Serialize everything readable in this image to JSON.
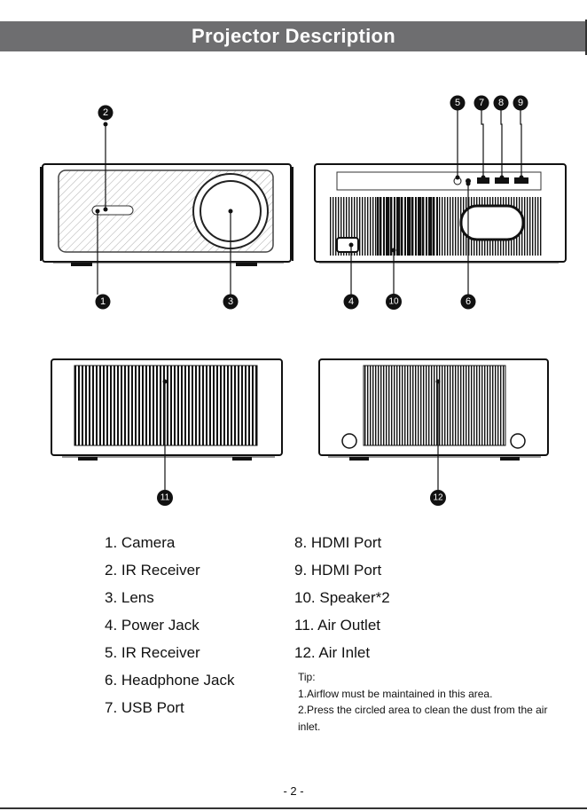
{
  "header": {
    "title": "Projector Description"
  },
  "callouts": {
    "n1": "1",
    "n2": "2",
    "n3": "3",
    "n4": "4",
    "n5": "5",
    "n6": "6",
    "n7": "7",
    "n8": "8",
    "n9": "9",
    "n10": "10",
    "n11": "11",
    "n12": "12"
  },
  "parts_left": [
    "1. Camera",
    "2. IR Receiver",
    "3. Lens",
    "4. Power Jack",
    "5. IR Receiver",
    "6. Headphone Jack",
    "7. USB Port"
  ],
  "parts_right": [
    "8. HDMI Port",
    "9. HDMI Port",
    "10. Speaker*2",
    "11. Air Outlet",
    "12. Air Inlet"
  ],
  "tip": {
    "label": "Tip:",
    "line1": "1.Airflow must be maintained in this area.",
    "line2": "2.Press the circled area to clean the dust from the air inlet."
  },
  "footer": {
    "page": "- 2 -"
  }
}
